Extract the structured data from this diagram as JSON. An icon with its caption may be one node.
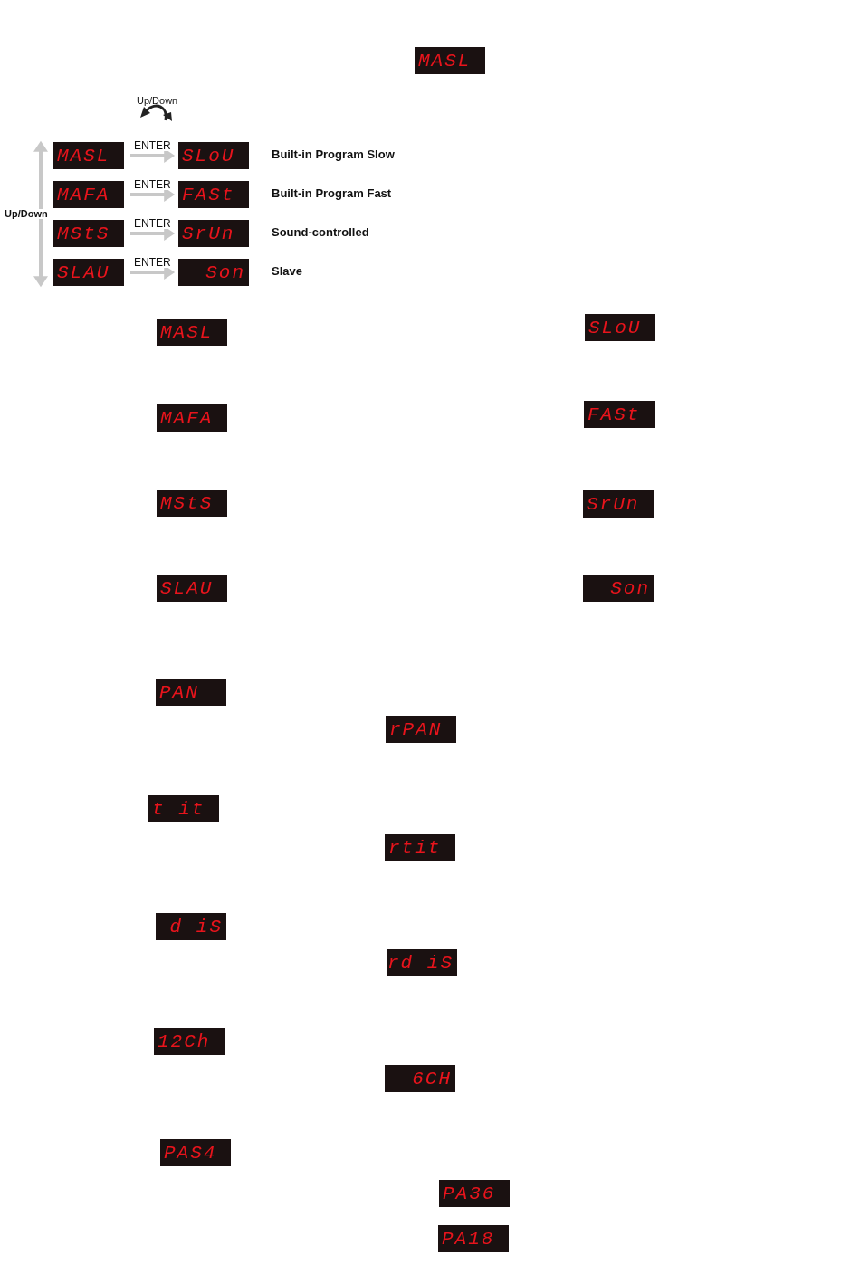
{
  "diagram": {
    "nodes": [
      {
        "text": [
          "MASL"
        ]
      },
      {
        "text": [
          "MASL"
        ]
      },
      {
        "text": [
          "SLoU"
        ],
        "beside": [
          "Built-in Program Slow"
        ]
      },
      {
        "text": [
          "MAFA"
        ]
      },
      {
        "text": [
          "FASt"
        ],
        "beside": [
          "Built-in Program Fast"
        ]
      },
      {
        "text": [
          "MStS"
        ]
      },
      {
        "text": [
          "SrUn"
        ],
        "beside": [
          "Sound-controlled"
        ]
      },
      {
        "text": [
          "SLAU"
        ]
      },
      {
        "text": [
          "Son"
        ],
        "beside": [
          "Slave"
        ]
      },
      {
        "text": [
          "MASL"
        ]
      },
      {
        "text": [
          "SLoU"
        ]
      },
      {
        "text": [
          "MAFA"
        ]
      },
      {
        "text": [
          "FASt"
        ]
      },
      {
        "text": [
          "MStS"
        ]
      },
      {
        "text": [
          "SrUn"
        ]
      },
      {
        "text": [
          "SLAU"
        ]
      },
      {
        "text": [
          "Son"
        ]
      },
      {
        "text": [
          "PAN"
        ]
      },
      {
        "text": [
          "rPAN"
        ]
      },
      {
        "text": [
          "t it"
        ]
      },
      {
        "text": [
          "rtit"
        ]
      },
      {
        "text": [
          "d iS"
        ]
      },
      {
        "text": [
          "rd iS"
        ]
      },
      {
        "text": [
          "12Ch"
        ]
      },
      {
        "text": [
          "6CH"
        ]
      },
      {
        "text": [
          "PAS4"
        ]
      },
      {
        "text": [
          "PA36"
        ]
      },
      {
        "text": [
          "PA18"
        ]
      }
    ],
    "edges": [
      {
        "from": 1,
        "to": 2,
        "arrow": "to",
        "label": "ENTER"
      },
      {
        "from": 3,
        "to": 4,
        "arrow": "to",
        "label": "ENTER"
      },
      {
        "from": 5,
        "to": 6,
        "arrow": "to",
        "label": "ENTER"
      },
      {
        "from": 7,
        "to": 8,
        "arrow": "to",
        "label": "ENTER"
      },
      {
        "from": 1,
        "to": 7,
        "arrow": "both",
        "label": "Up/Down"
      }
    ],
    "labels": [
      "Up/Down"
    ]
  }
}
